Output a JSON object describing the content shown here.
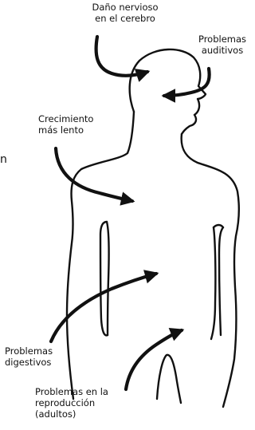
{
  "diagram": {
    "labels": {
      "nerve_damage": "Daño nervioso\nen el cerebro",
      "hearing": "Problemas\nauditivos",
      "growth": "Crecimiento\nmás lento",
      "digestive": "Problemas\ndigestivos",
      "reproduction": "Problemas en la\nreproducción\n(adultos)"
    },
    "edge_mark": "n",
    "line_color": "#111111",
    "background": "#ffffff"
  }
}
